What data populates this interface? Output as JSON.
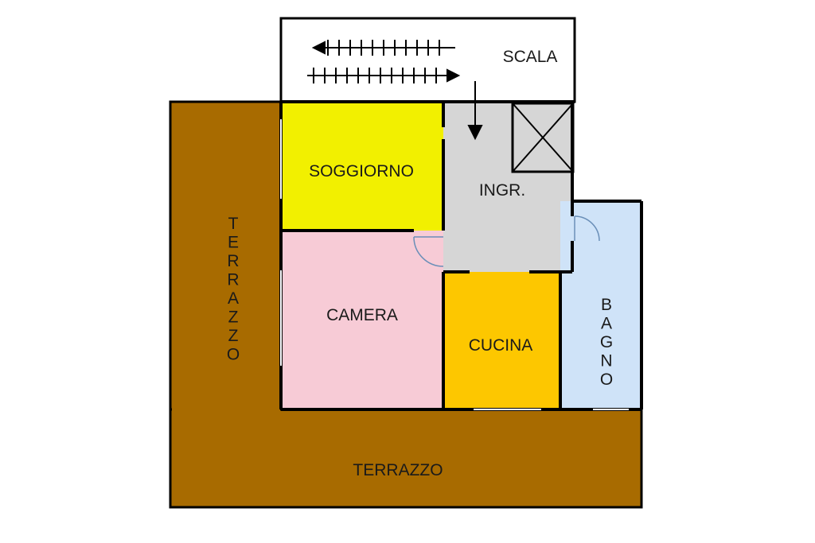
{
  "rooms": {
    "scala": "SCALA",
    "soggiorno": "SOGGIORNO",
    "ingresso": "INGR.",
    "camera": "CAMERA",
    "cucina": "CUCINA",
    "bagno": "BAGNO",
    "terrazzo_left": "TERRAZZO",
    "terrazzo_bottom": "TERRAZZO"
  },
  "colors": {
    "terrazzo": "#a86b00",
    "soggiorno": "#f2f000",
    "ingresso": "#d6d6d6",
    "camera": "#f7cbd6",
    "cucina": "#fdc700",
    "bagno": "#cfe3f8",
    "scala": "#ffffff",
    "wall": "#000000"
  }
}
